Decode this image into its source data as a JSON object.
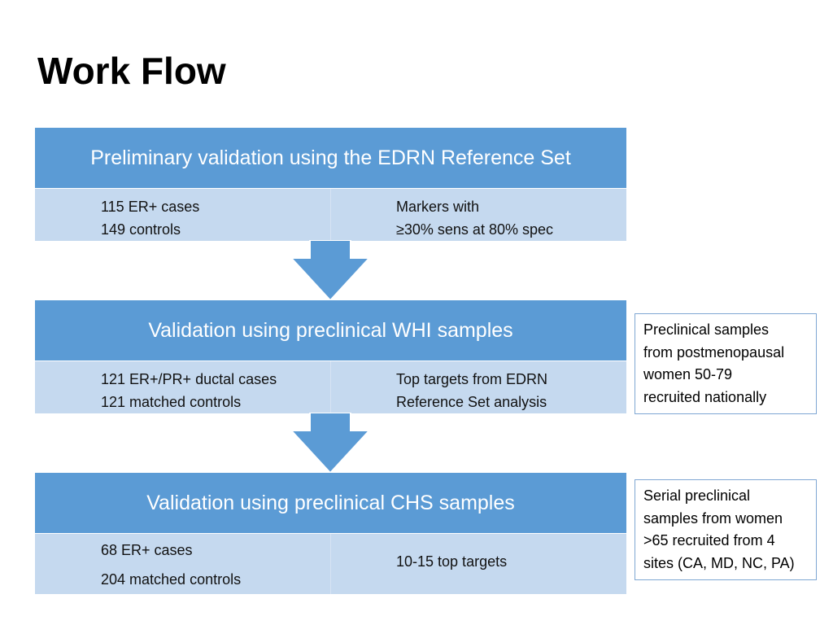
{
  "title": "Work Flow",
  "stages": [
    {
      "header": "Preliminary validation using the EDRN Reference Set",
      "left": [
        "115 ER+ cases",
        "149 controls"
      ],
      "right": [
        "Markers with",
        "≥30% sens at 80% spec"
      ]
    },
    {
      "header": "Validation using preclinical WHI samples",
      "left": [
        "121 ER+/PR+ ductal cases",
        "121 matched controls"
      ],
      "right": [
        "Top targets from EDRN",
        "Reference Set analysis"
      ]
    },
    {
      "header": "Validation using preclinical CHS samples",
      "left": [
        "68 ER+ cases",
        "204 matched controls"
      ],
      "right": [
        "10-15 top targets"
      ]
    }
  ],
  "notes": [
    [
      "Preclinical samples",
      "from postmenopausal",
      "women 50-79",
      "recruited nationally"
    ],
    [
      "Serial preclinical",
      "samples from women",
      ">65 recruited from 4",
      "sites (CA, MD, NC, PA)"
    ]
  ],
  "colors": {
    "header_fill": "#5b9bd5",
    "body_fill": "#c5d9ef",
    "arrow_fill": "#5b9bd5",
    "note_border": "#7fa7d3"
  }
}
